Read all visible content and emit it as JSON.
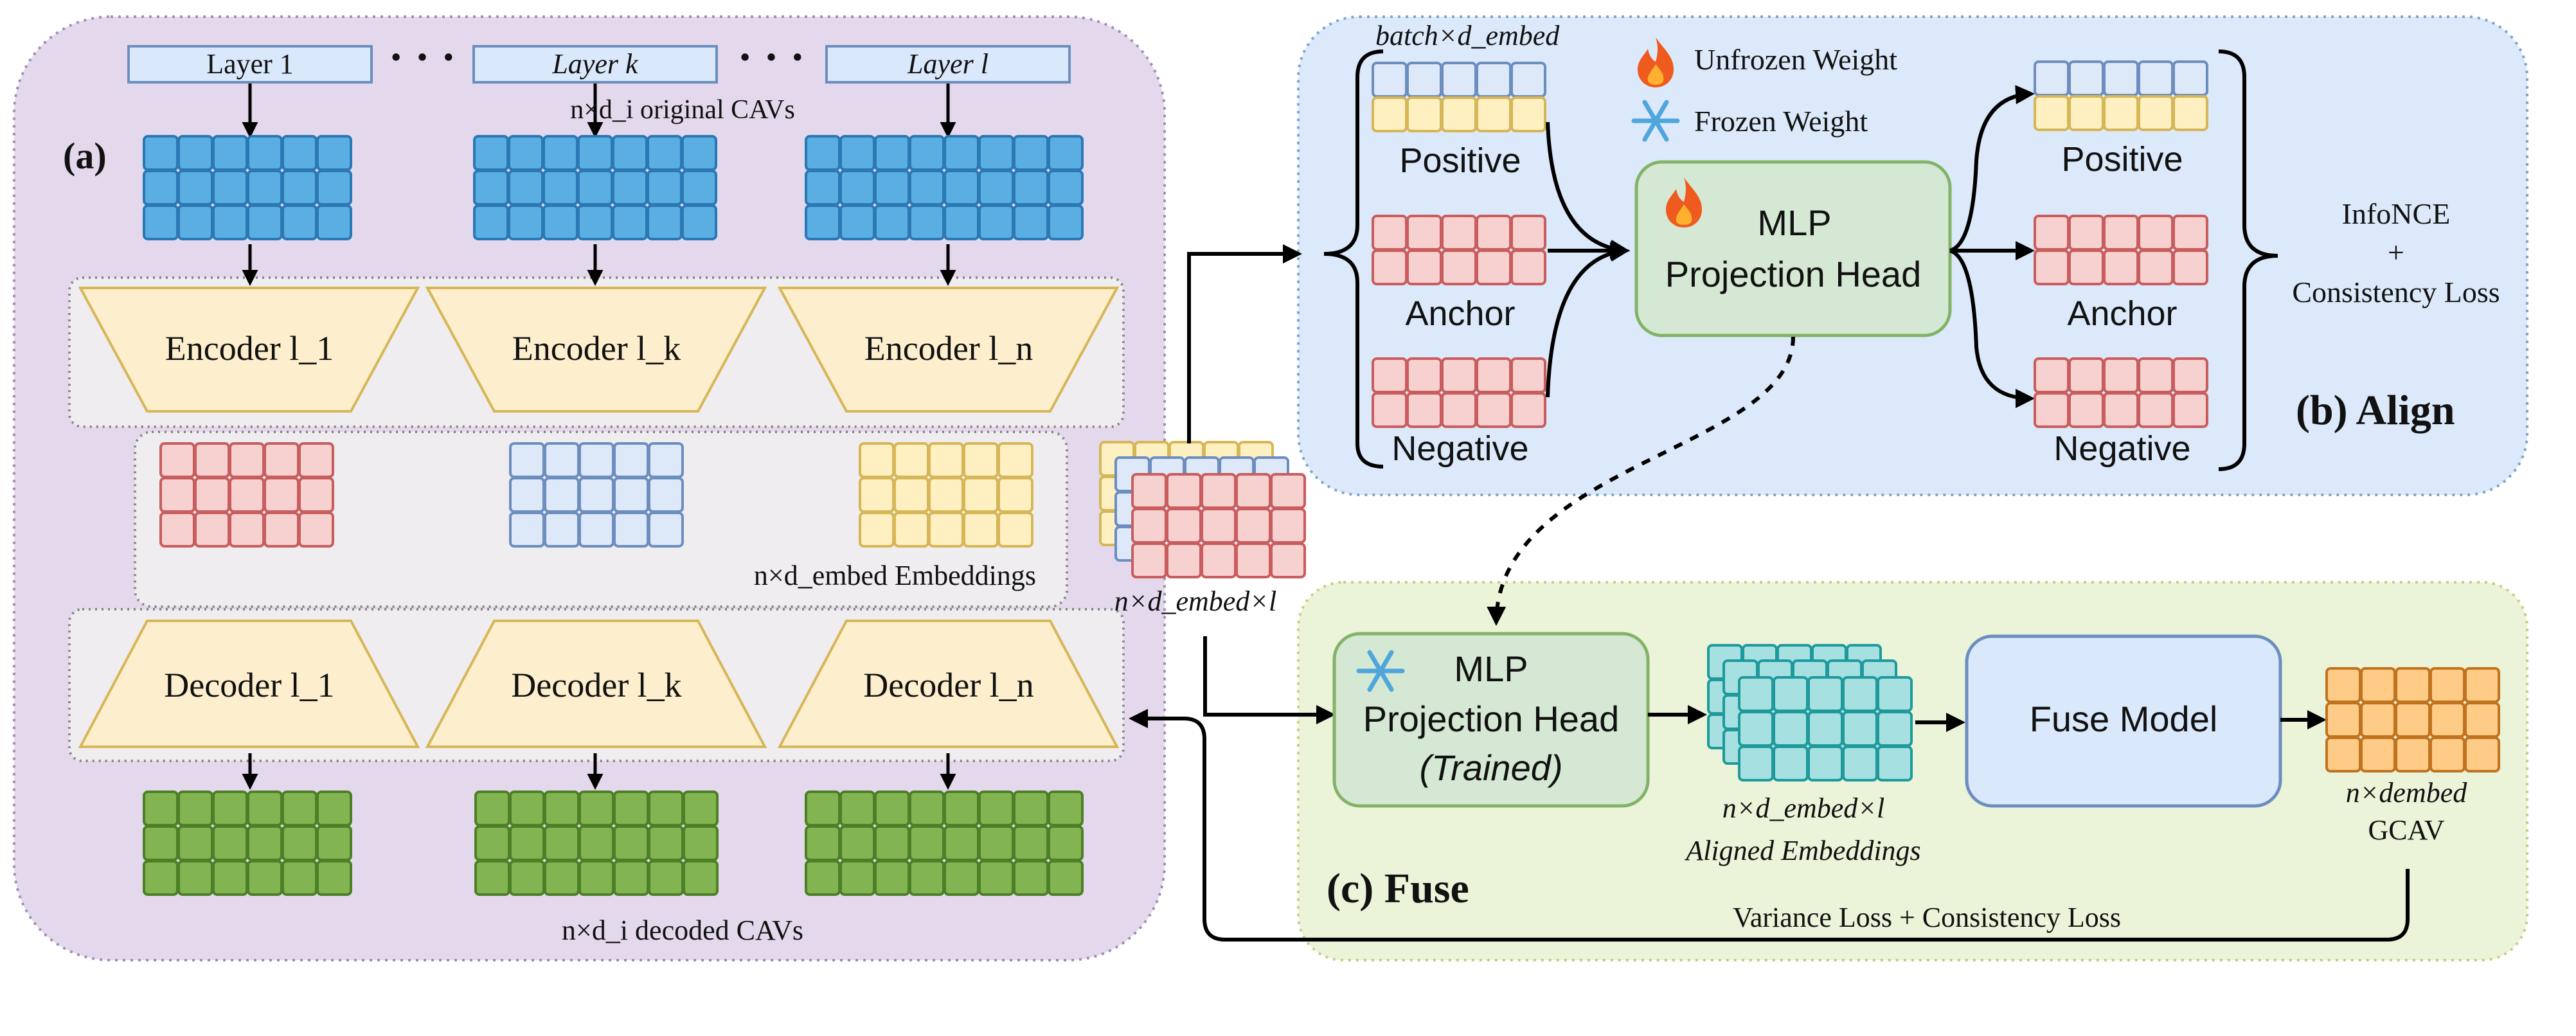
{
  "panel_a": {
    "label": "(a)",
    "layers": [
      "Layer 1",
      "Layer k",
      "Layer l"
    ],
    "layer_dots": "· · ·",
    "original_cavs": "n×d_i original CAVs",
    "encoders": [
      "Encoder l_1",
      "Encoder l_k",
      "Encoder l_n"
    ],
    "embeddings_label": "n×d_embed Embeddings",
    "decoders": [
      "Decoder l_1",
      "Decoder l_k",
      "Decoder l_n"
    ],
    "decoded_cavs": "n×d_i decoded CAVs",
    "stack_label": "n×d_embed×l"
  },
  "panel_b": {
    "label": "(b) Align",
    "batch_label": "batch×d_embed",
    "legend": [
      {
        "icon": "fire-icon",
        "text": "Unfrozen Weight"
      },
      {
        "icon": "snowflake-icon",
        "text": "Frozen Weight"
      }
    ],
    "inputs": [
      "Positive",
      "Anchor",
      "Negative"
    ],
    "mlp_line1": "MLP",
    "mlp_line2": "Projection Head",
    "outputs": [
      "Positive",
      "Anchor",
      "Negative"
    ],
    "loss_line1": "InfoNCE",
    "loss_line2": "+",
    "loss_line3": "Consistency Loss"
  },
  "panel_c": {
    "label": "(c) Fuse",
    "mlp_line1": "MLP",
    "mlp_line2": "Projection Head",
    "mlp_line3": "(Trained)",
    "aligned_line1": "n×d_embed×l",
    "aligned_line2": "Aligned Embeddings",
    "fuse_model": "Fuse Model",
    "gcav_line1": "n×dembed",
    "gcav_line2": "GCAV",
    "feedback_loss": "Variance Loss + Consistency Loss"
  },
  "colors": {
    "blue_cell": "#5aaee2",
    "blue_stroke": "#2a78b5",
    "green_cell": "#82b551",
    "green_stroke": "#4d7f27",
    "red_cell": "#f7d0d0",
    "red_stroke": "#c95d5d",
    "lightblue_cell": "#dde8f8",
    "lightblue_stroke": "#6c8ebf",
    "yellow_cell": "#fff0c2",
    "yellow_stroke": "#d6b656",
    "teal_cell": "#a7e0e1",
    "teal_stroke": "#1e9a9c",
    "orange_cell": "#ffcc88",
    "orange_stroke": "#c0731e",
    "panel_a_bg": "#e4d9ec",
    "panel_b_bg": "#dce9fa",
    "panel_c_bg": "#ebf3d8"
  }
}
